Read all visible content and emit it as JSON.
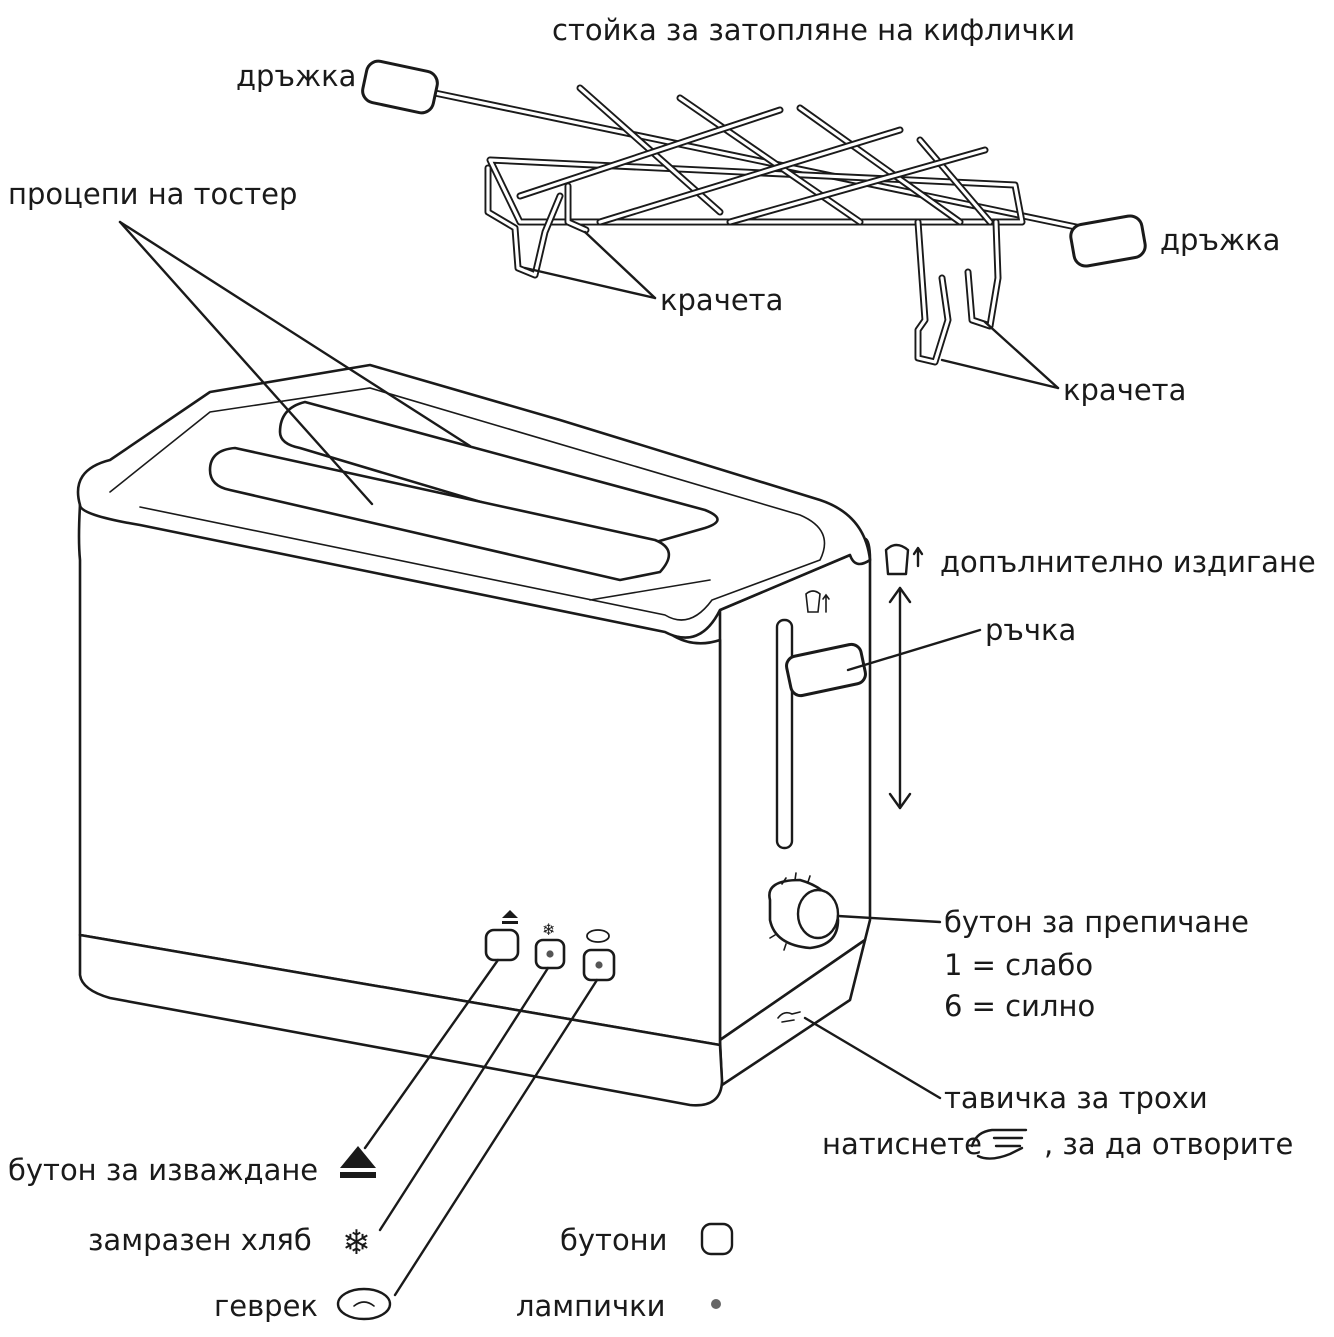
{
  "labels": {
    "rack": "стойка за затопляне на кифлички",
    "handle_left": "дръжка",
    "handle_right": "дръжка",
    "slots": "процепи на тостер",
    "feet_left": "крачета",
    "feet_right": "крачета",
    "extra_lift": "допълнително издигане",
    "lever": "ръчка",
    "browning_knob": "бутон за препичане",
    "browning_low": "1 = слабо",
    "browning_high": "6 = силно",
    "crumb_tray": "тавичка за трохи",
    "crumb_press_before": "натиснете",
    "crumb_press_after": ", за да отворите",
    "cancel_button": "бутон за изваждане",
    "frozen_bread": "замразен хляб",
    "bagel": "геврек",
    "legend_buttons": "бутони",
    "legend_lamps": "лампички"
  },
  "icons": {
    "cancel": "eject-icon",
    "frozen": "snowflake-icon",
    "bagel": "bagel-icon",
    "lift": "bread-lift-icon",
    "press": "pointing-hand-icon",
    "button": "rounded-square-icon",
    "lamp": "dot-icon"
  }
}
